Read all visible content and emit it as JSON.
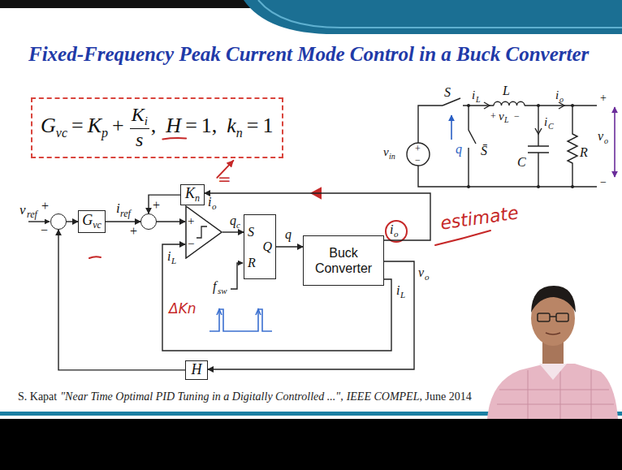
{
  "diagram": {
    "title": "Fixed-Frequency Peak Current Mode Control in a Buck Converter",
    "nodes": [
      {
        "text": [
          "G",
          "vc",
          "=",
          "K",
          "p",
          "+",
          "K",
          "i",
          "s",
          ",",
          "H",
          "=",
          "1",
          ",",
          "k",
          "n",
          "=",
          "1"
        ]
      },
      {
        "text": [
          "+",
          "−"
        ]
      },
      {
        "text": [
          "G",
          "vc"
        ]
      },
      {
        "text": [
          "+",
          "+"
        ]
      },
      {
        "text": [
          "K",
          "n"
        ]
      },
      {
        "text": [
          "+",
          "−"
        ]
      },
      {
        "text": [
          "S",
          "Q",
          "R"
        ]
      },
      {
        "text": [
          "Buck Converter"
        ]
      },
      {
        "text": [
          "H"
        ]
      }
    ],
    "edges": [
      {
        "from": 1,
        "to": 2,
        "arrow": "to"
      },
      {
        "from": 2,
        "to": 3,
        "arrow": "to"
      },
      {
        "from": 3,
        "to": 5,
        "arrow": "to"
      },
      {
        "from": 5,
        "to": 6,
        "arrow": "to"
      },
      {
        "from": 6,
        "to": 7,
        "arrow": "to"
      },
      {
        "from": 7,
        "to": 4,
        "arrow": "to"
      },
      {
        "from": 4,
        "to": 3,
        "arrow": "to"
      },
      {
        "from": 7,
        "to": 5,
        "arrow": "to"
      },
      {
        "from": 7,
        "to": 8,
        "arrow": "to"
      },
      {
        "from": 8,
        "to": 1,
        "arrow": "to"
      }
    ],
    "labels": [
      "S",
      "i",
      "L",
      "L",
      "i",
      "o",
      "+",
      "+",
      "v",
      "L",
      "−",
      "i",
      "C",
      "v",
      "in",
      "+",
      "−",
      "q",
      "S̄",
      "C",
      "R",
      "v",
      "o",
      "−",
      "v",
      "ref",
      "i",
      "ref",
      "i",
      "o",
      "=",
      "q",
      "c",
      "q",
      "i",
      "o",
      "v",
      "o",
      "i",
      "L",
      "i",
      "L",
      "f",
      "sw",
      "ΔKn",
      "estimate",
      "S. Kapat",
      "\"Near Time Optimal PID Tuning in a Digitally Controlled ...\",",
      "IEEE COMPEL",
      ", June 2014"
    ]
  }
}
